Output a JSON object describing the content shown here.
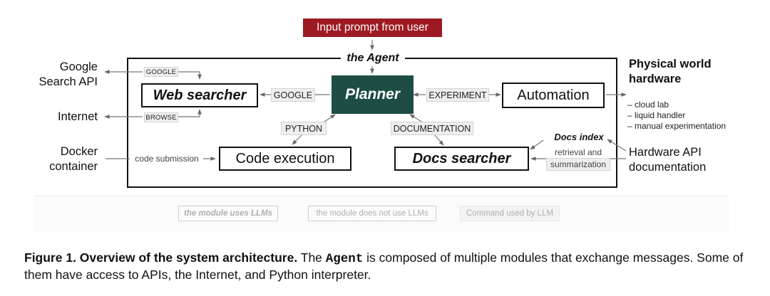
{
  "input_prompt": "Input prompt from user",
  "agent_label": "the Agent",
  "modules": {
    "planner": "Planner",
    "web_searcher": "Web searcher",
    "automation": "Automation",
    "code_execution": "Code execution",
    "docs_searcher": "Docs searcher"
  },
  "commands": {
    "google_inner": "GOOGLE",
    "google_outer": "GOOGLE",
    "browse": "BROWSE",
    "experiment": "EXPERIMENT",
    "python": "PYTHON",
    "documentation": "DOCUMENTATION"
  },
  "flows": {
    "code_submission": "code submission",
    "retrieval": "retrieval and",
    "summarization": "summarization",
    "docs_index": "Docs index"
  },
  "external": {
    "google_api_1": "Google",
    "google_api_2": "Search API",
    "internet": "Internet",
    "docker_1": "Docker",
    "docker_2": "container",
    "physical_1": "Physical world",
    "physical_2": "hardware",
    "hw_items": [
      "– cloud lab",
      "– liquid handler",
      "– manual experimentation"
    ],
    "hw_api_1": "Hardware API",
    "hw_api_2": "documentation"
  },
  "legend": {
    "uses_llm": "the module uses LLMs",
    "no_llm": "the module does not use LLMs",
    "command": "Command used by LLM"
  },
  "caption": {
    "label": "Figure 1. Overview of the system architecture.",
    "part1": " The ",
    "agent_code": "Agent",
    "part2": " is composed of multiple modules that exchange messages. Some of them have access to APIs, the Internet, and Python interpreter."
  },
  "colors": {
    "planner_bg": "#1d4d45",
    "input_bg": "#9e1a22",
    "tag_bg": "#eeeeee"
  }
}
